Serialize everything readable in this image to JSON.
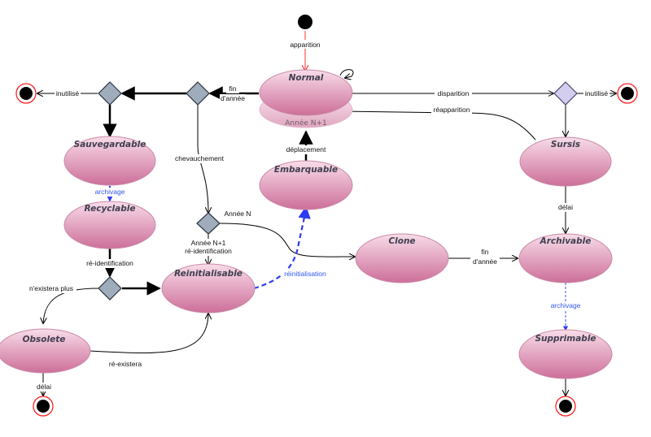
{
  "states": {
    "normal": "Normal",
    "normal_sub": "Année N+1",
    "embarquable": "Embarquable",
    "sauvegardable": "Sauvegardable",
    "recyclable": "Recyclable",
    "reinitialisable": "Reinitialisable",
    "obsolete": "Obsolete",
    "clone": "Clone",
    "sursis": "Sursis",
    "archivable": "Archivable",
    "supprimable": "Supprimable"
  },
  "transitions": {
    "apparition": "apparition",
    "fin_annee_1": "fin",
    "fin_annee_2": "d'année",
    "disparition": "disparition",
    "reapparition": "réapparition",
    "inutilise_left": "inutilisé",
    "inutilise_right": "inutilisé",
    "chevauchement": "chevauchement",
    "deplacement": "déplacement",
    "archivage_left": "archivage",
    "re_identification": "ré-identification",
    "annee_n": "Année N",
    "annee_n1": "Année N+1",
    "re_identification_2": "ré-identification",
    "reinitialisation": "réinitialisation",
    "nexistera_plus": "n'existera plus",
    "re_existera": "ré-existera",
    "delai_left": "délai",
    "delai_right": "délai",
    "clone_fin": "fin",
    "clone_fin_annee": "d'année",
    "archivage_right": "archivage"
  },
  "colors": {
    "state_top": "#f7d8e6",
    "state_bottom": "#cc6f98",
    "state_stroke": "#c98aa8",
    "decision_dark": "#9aaabb",
    "decision_light": "#d3cdf0",
    "red": "#ff2222",
    "blue_dash": "#2f3bf0"
  }
}
